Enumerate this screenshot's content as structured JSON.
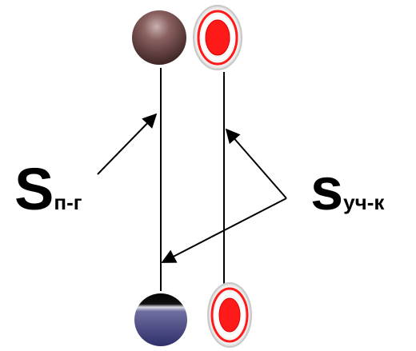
{
  "colors": {
    "background": "#ffffff",
    "line": "#000000",
    "top_brown_ball": "#5a3a3a",
    "bottom_blue_ball": "#4a4a88",
    "red_ring": "#ff1a1a",
    "outer_ring": "#d8d8d8"
  },
  "labels": {
    "left": {
      "main": "S",
      "sub": "п-г"
    },
    "right": {
      "main": "s",
      "sub": "уч-к"
    }
  }
}
